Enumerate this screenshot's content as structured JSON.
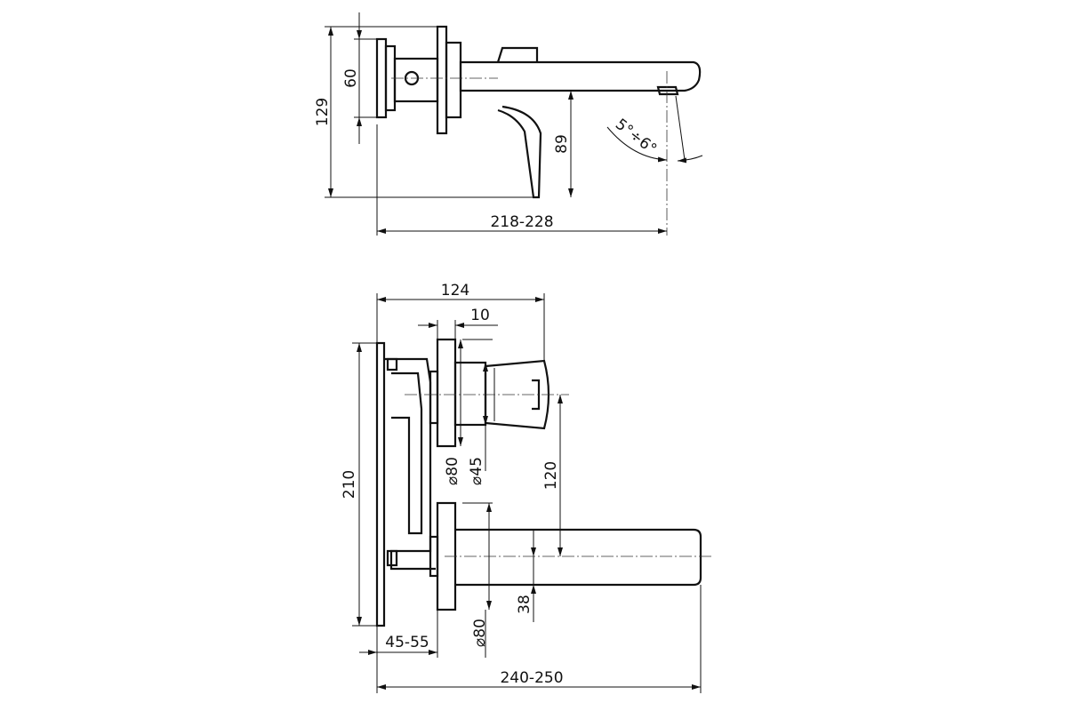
{
  "side_view": {
    "dims": {
      "overall_height": "129",
      "plate_height": "60",
      "spout_height": "89",
      "projection": "218-228",
      "angle": "5°÷6°"
    }
  },
  "front_view": {
    "dims": {
      "body_depth": "124",
      "flange": "10",
      "plate_height": "210",
      "dia_handle_rosette": "⌀80",
      "dia_handle": "⌀45",
      "axis_distance": "120",
      "spout_height": "38",
      "dia_spout_rosette": "⌀80",
      "wall_depth": "45-55",
      "spout_projection": "240-250"
    }
  }
}
